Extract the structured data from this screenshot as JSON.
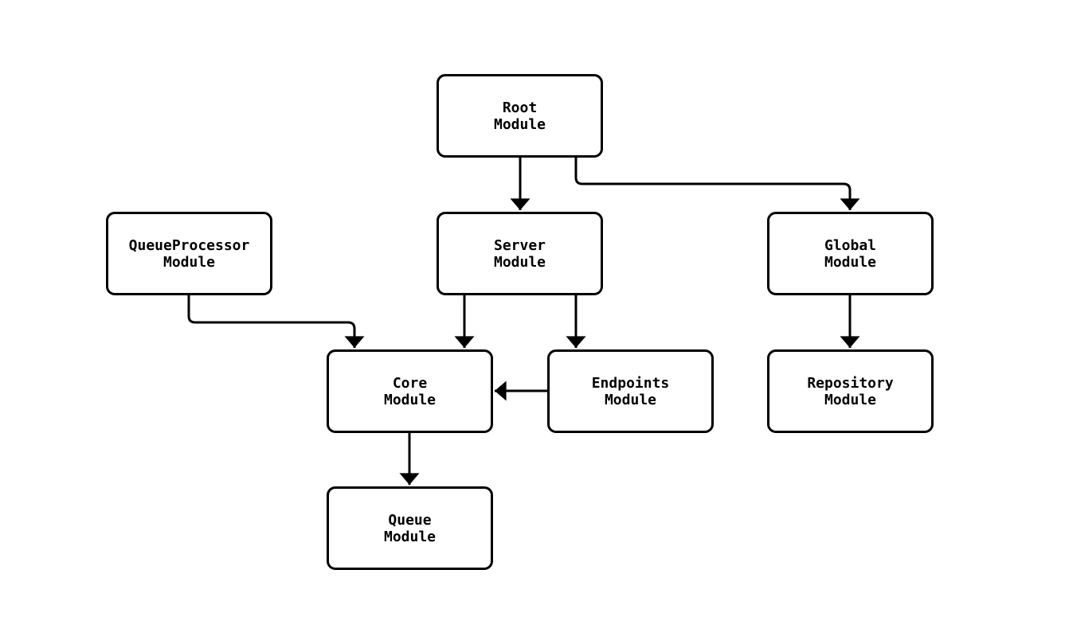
{
  "diagram": {
    "type": "flowchart",
    "background_color": "#ffffff",
    "node_border_color": "#000000",
    "node_fill_color": "#ffffff",
    "edge_color": "#000000",
    "text_color": "#000000",
    "nodes": {
      "root": {
        "label": "Root\nModule"
      },
      "queueprocessor": {
        "label": "QueueProcessor\nModule"
      },
      "server": {
        "label": "Server\nModule"
      },
      "global": {
        "label": "Global\nModule"
      },
      "core": {
        "label": "Core\nModule"
      },
      "endpoints": {
        "label": "Endpoints\nModule"
      },
      "repository": {
        "label": "Repository\nModule"
      },
      "queue": {
        "label": "Queue\nModule"
      }
    },
    "edges": [
      {
        "from": "Root Module",
        "to": "Server Module"
      },
      {
        "from": "Root Module",
        "to": "Global Module"
      },
      {
        "from": "QueueProcessor Module",
        "to": "Core Module"
      },
      {
        "from": "Server Module",
        "to": "Core Module"
      },
      {
        "from": "Server Module",
        "to": "Endpoints Module"
      },
      {
        "from": "Endpoints Module",
        "to": "Core Module"
      },
      {
        "from": "Global Module",
        "to": "Repository Module"
      },
      {
        "from": "Core Module",
        "to": "Queue Module"
      }
    ]
  }
}
